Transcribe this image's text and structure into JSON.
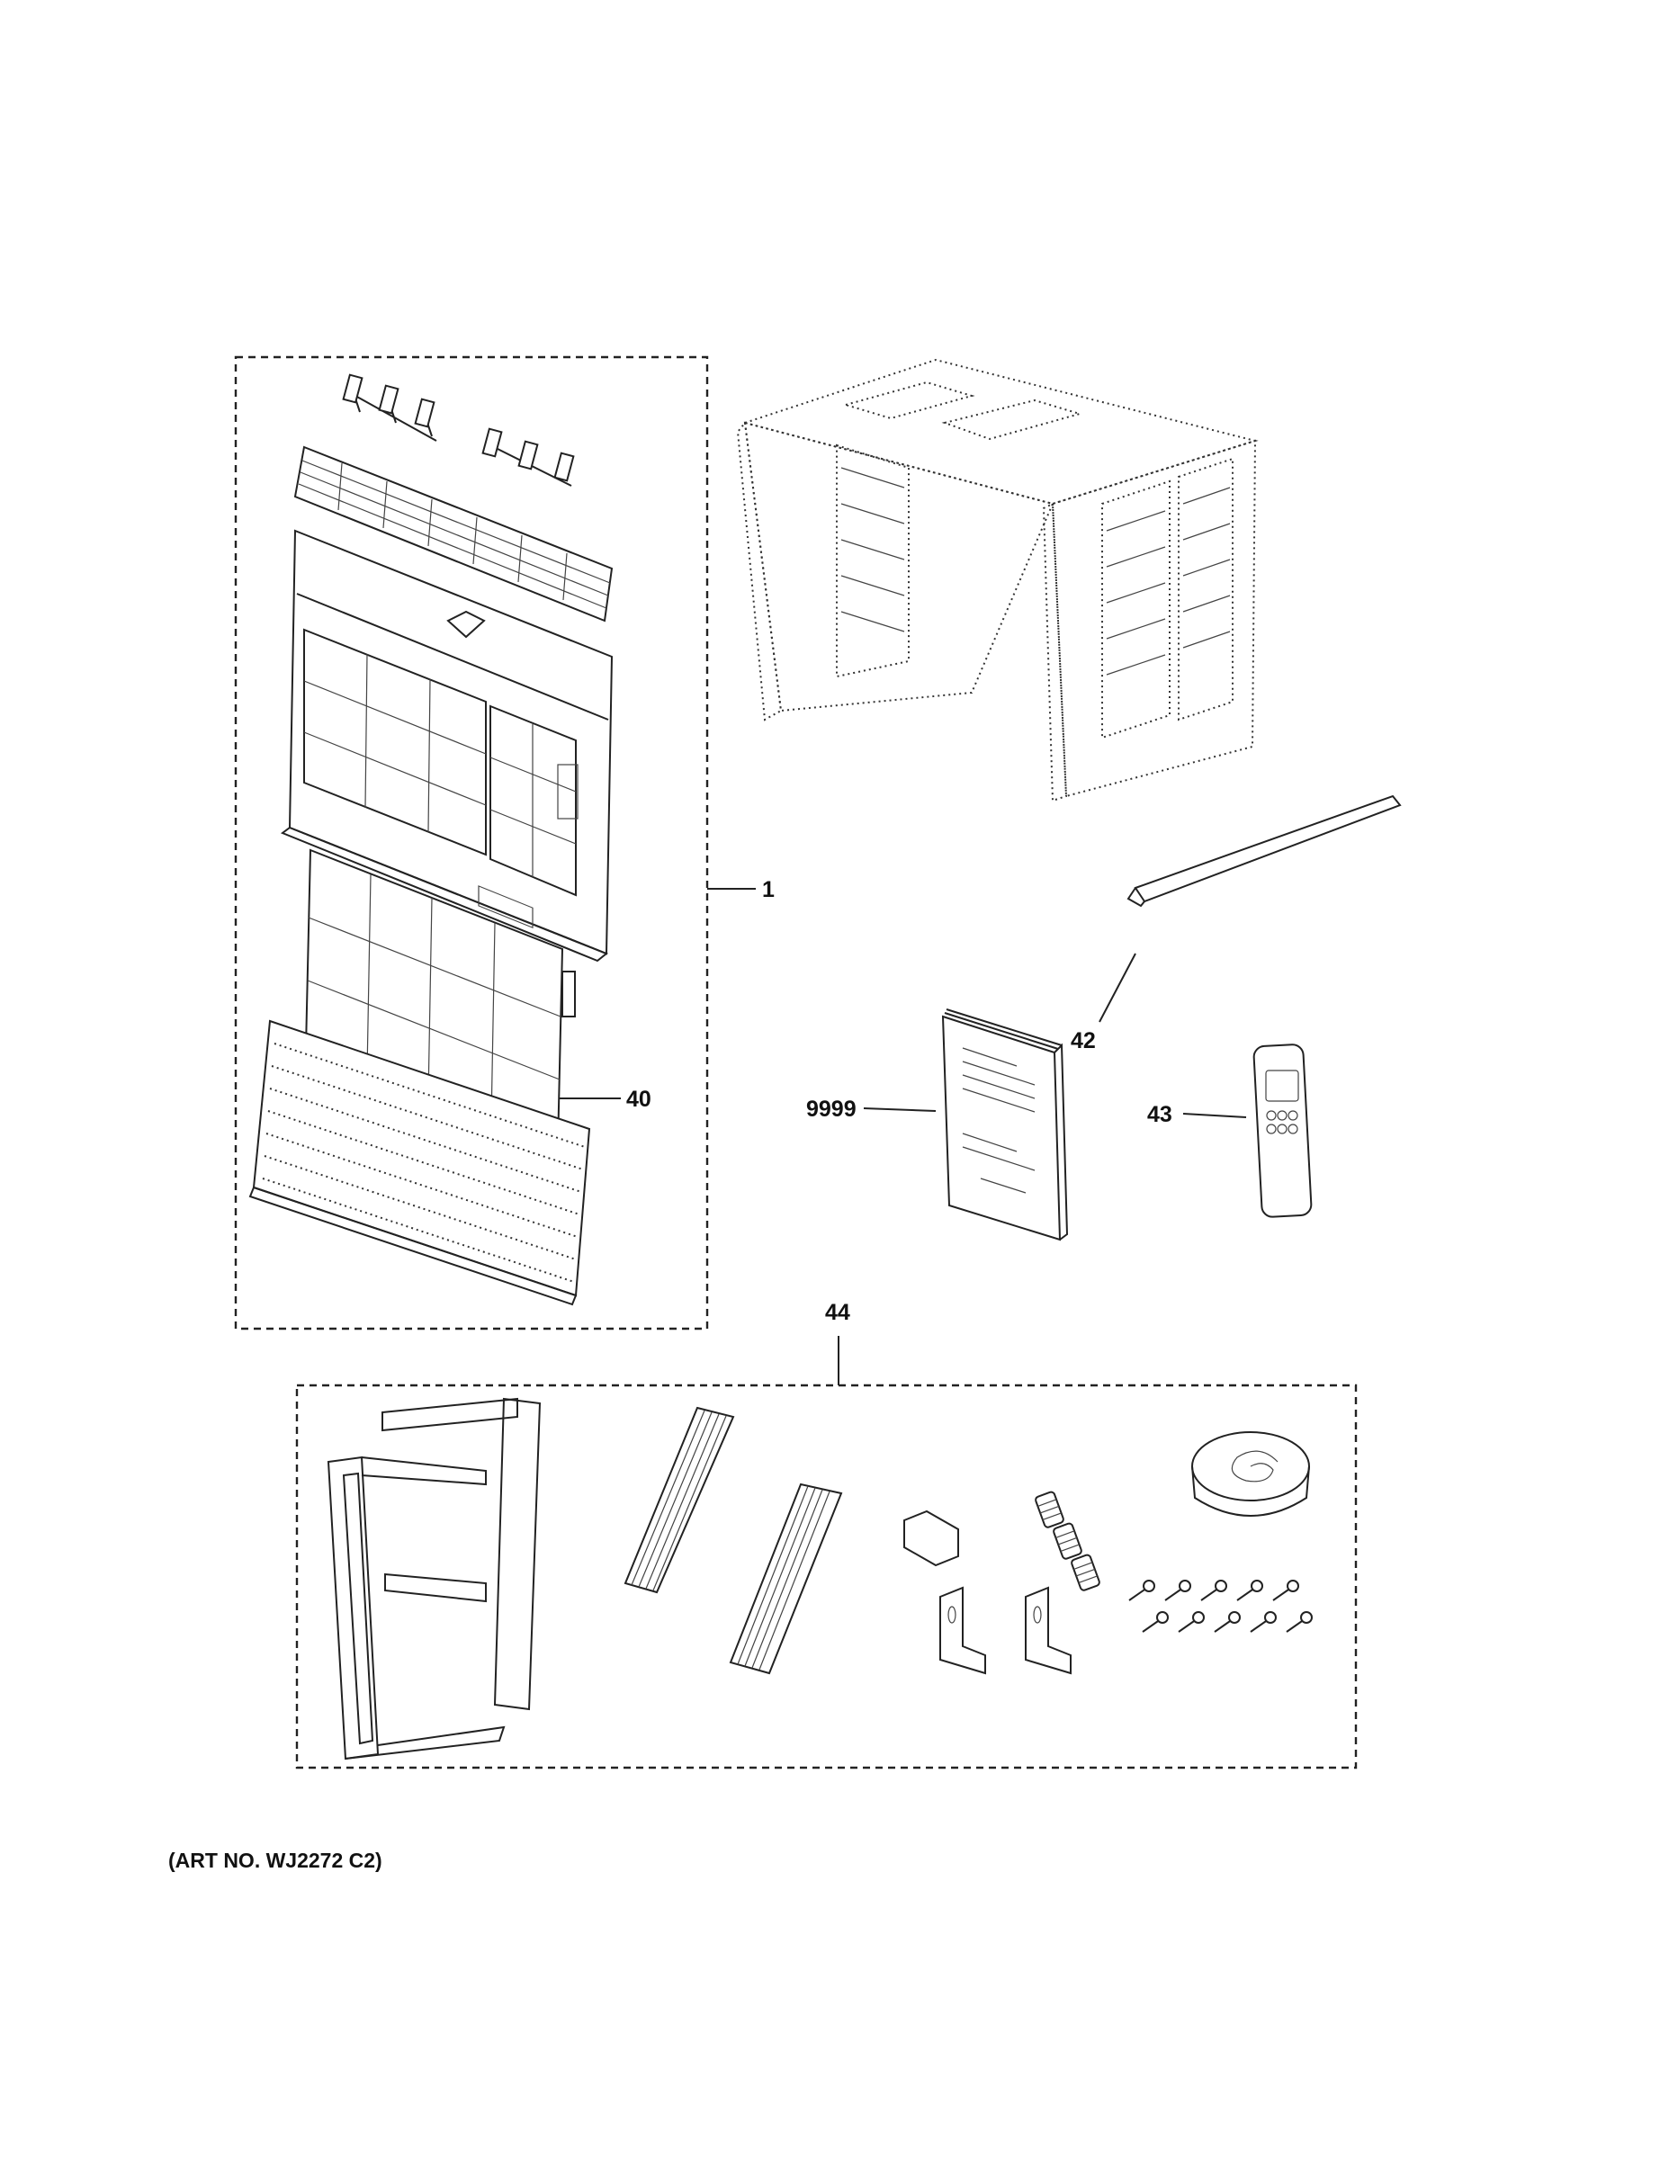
{
  "callouts": {
    "c1": "1",
    "c40": "40",
    "c42": "42",
    "c43": "43",
    "c44": "44",
    "c9999": "9999"
  },
  "art_number": "(ART NO. WJ2272 C2)"
}
